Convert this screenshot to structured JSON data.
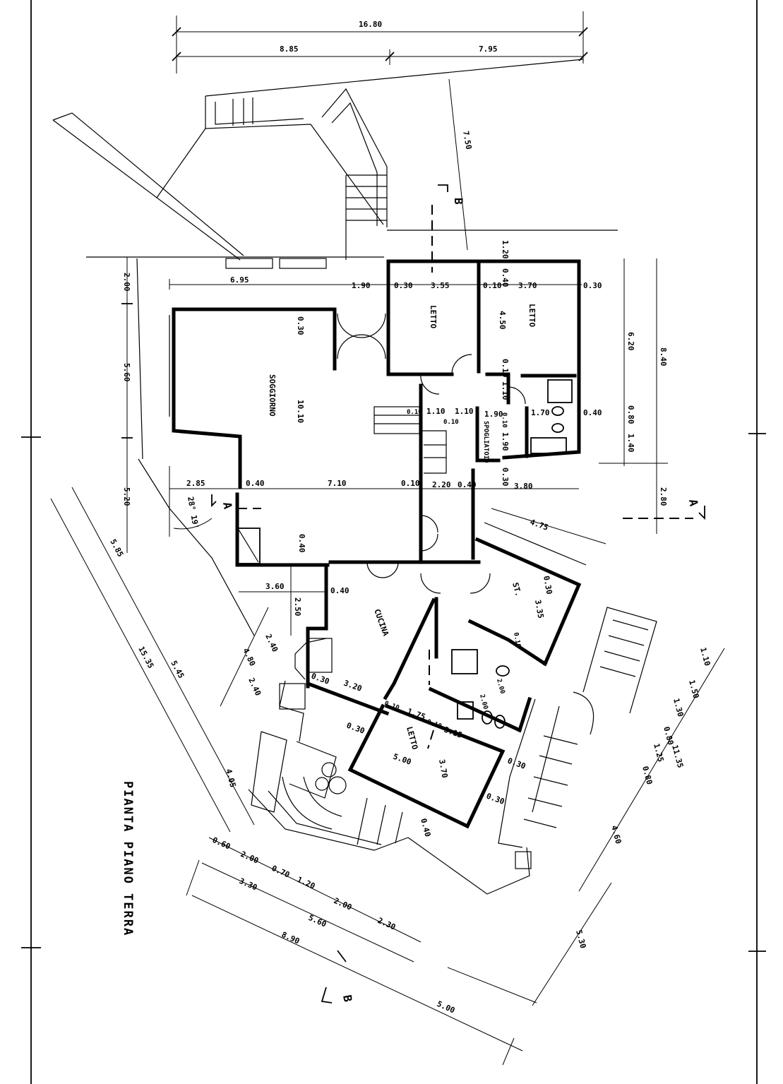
{
  "title": "PIANTA PIANO TERRA",
  "rooms": {
    "soggiorno": "SOGGIORNO",
    "letto_1": "LETTO",
    "letto_2": "LETTO",
    "letto_3": "LETTO",
    "cucina": "CUCINA",
    "spogliatoio": "SPOGLIATOIO",
    "st": "ST."
  },
  "sections": {
    "a_left": "A",
    "a_right": "A",
    "b_top": "B",
    "b_bottom": "B"
  },
  "dimensions": {
    "top_total": "16.80",
    "top_left": "8.85",
    "top_right": "7.95",
    "diag_750": "7.50",
    "row1": [
      "6.95",
      "1.90",
      "0.30",
      "3.55",
      "0.10",
      "3.70",
      "0.30"
    ],
    "v_120": "1.20",
    "v_040": "0.40",
    "v_450": "4.50",
    "v_010a": "0.10",
    "v_110": "1.10",
    "left_col": [
      "2.00",
      "5.60",
      "5.20"
    ],
    "right_col_a": [
      "6.20",
      "0.80",
      "1.40"
    ],
    "right_col_b": [
      "8.40",
      "2.80"
    ],
    "soggiorno_030": "0.30",
    "soggiorno_1010": "10.10",
    "stair_010": "0.10",
    "stair_110a": "1.10",
    "stair_110b": "1.10",
    "stair_010b": "0.10",
    "spo_190a": "1.90",
    "spo_010": "0.10",
    "spo_190b": "1.90",
    "bath_170": "1.70",
    "bath_040": "0.40",
    "spo_030": "0.30",
    "row2": [
      "2.85",
      "0.40",
      "7.10",
      "0.10",
      "2.20",
      "0.40",
      "3.80"
    ],
    "angle": "28° 19'",
    "diag_585": "5.85",
    "v_040b": "0.40",
    "h_360": "3.60",
    "h_040c": "0.40",
    "v_250": "2.50",
    "d_475": "4.75",
    "st_030": "0.30",
    "st_335": "3.35",
    "st_010": "0.10",
    "cuc_240a": "2.40",
    "cuc_480": "4.80",
    "cuc_240b": "2.40",
    "cuc_030": "0.30",
    "cuc_320": "3.20",
    "l3_010a": "0.10",
    "l3_175": "1.75",
    "l3_010b": "0.10",
    "l3_315": "3.15",
    "l3_030a": "0.30",
    "l3_500": "5.00",
    "l3_370": "3.70",
    "l3_030b": "0.30",
    "l3_030c": "0.30",
    "l3_040": "0.40",
    "bath_200a": "2.00",
    "bath_200b": "2.00",
    "long_1535": "15.35",
    "long_545": "5.45",
    "long_405": "4.05",
    "right_diag": [
      "1.10",
      "1.50",
      "1.30",
      "0.80",
      "1.25",
      "0.80",
      "4.60",
      "5.30"
    ],
    "right_diag_total": "11.35",
    "bottom_row1": [
      "0.60",
      "2.00",
      "0.70",
      "1.20"
    ],
    "bottom_row2": [
      "3.30",
      "2.00",
      "2.30"
    ],
    "bottom_row3": [
      "5.60"
    ],
    "bottom_890": "8.90",
    "bottom_500": "5.00"
  }
}
